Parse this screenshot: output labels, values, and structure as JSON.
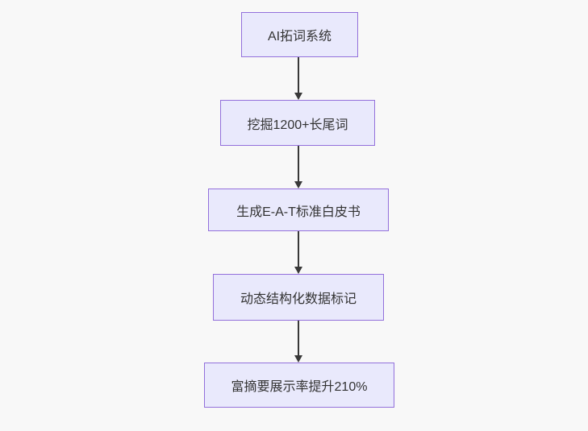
{
  "diagram": {
    "type": "flowchart",
    "direction": "top-down",
    "nodes": [
      {
        "id": "node-1",
        "label": "AI拓词系统"
      },
      {
        "id": "node-2",
        "label": "挖掘1200+长尾词"
      },
      {
        "id": "node-3",
        "label": "生成E-A-T标准白皮书"
      },
      {
        "id": "node-4",
        "label": "动态结构化数据标记"
      },
      {
        "id": "node-5",
        "label": "富摘要展示率提升210%"
      }
    ],
    "edges": [
      {
        "from": "node-1",
        "to": "node-2"
      },
      {
        "from": "node-2",
        "to": "node-3"
      },
      {
        "from": "node-3",
        "to": "node-4"
      },
      {
        "from": "node-4",
        "to": "node-5"
      }
    ],
    "colors": {
      "node_fill": "#e9e9fc",
      "node_border": "#9370DB",
      "edge": "#383838",
      "text": "#333333",
      "background": "#f8f8f8"
    }
  }
}
